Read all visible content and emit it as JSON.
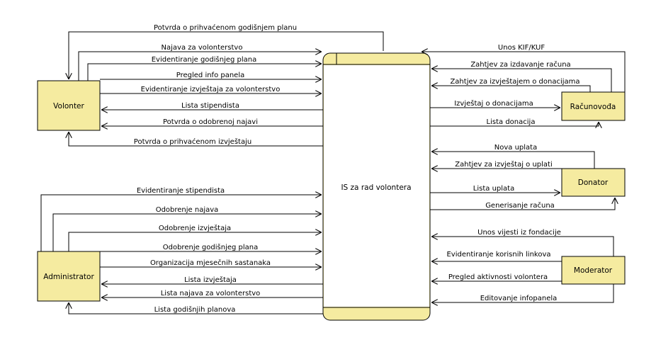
{
  "colors": {
    "fill": "#f5eba0",
    "stroke": "#000000",
    "line": "#000000"
  },
  "system": {
    "label": "IS za rad volontera"
  },
  "entities": {
    "volonter": "Volonter",
    "administrator": "Administrator",
    "racunovodja": "Računovođa",
    "donator": "Donator",
    "moderator": "Moderator"
  },
  "flows": {
    "volonter": [
      "Potvrda o prihvaćenom godišnjem planu",
      "Najava za volonterstvo",
      "Evidentiranje godišnjeg plana",
      "Pregled info panela",
      "Evidentiranje izvještaja za volonterstvo",
      "Lista stipendista",
      "Potvrda o odobrenoj najavi",
      "Potvrda o prihvaćenom izvještaju"
    ],
    "racunovodja": [
      "Unos KIF/KUF",
      "Zahtjev za izdavanje računa",
      "Zahtjev za izvještajem o donacijama",
      "Izvještaj o donacijama",
      "Lista donacija"
    ],
    "donator": [
      "Nova uplata",
      "Zahtjev za izvještaj o uplati",
      "Lista uplata",
      "Generisanje računa"
    ],
    "administrator": [
      "Evidentiranje stipendista",
      "Odobrenje najava",
      "Odobrenje izvještaja",
      "Odobrenje godišnjeg plana",
      "Organizacija mjesečnih sastanaka",
      "Lista izvještaja",
      "Lista najava za volonterstvo",
      "Lista godišnjih planova"
    ],
    "moderator": [
      "Unos vijesti iz fondacije",
      "Evidentiranje korisnih linkova",
      "Pregled aktivnosti volontera",
      "Editovanje infopanela"
    ]
  }
}
